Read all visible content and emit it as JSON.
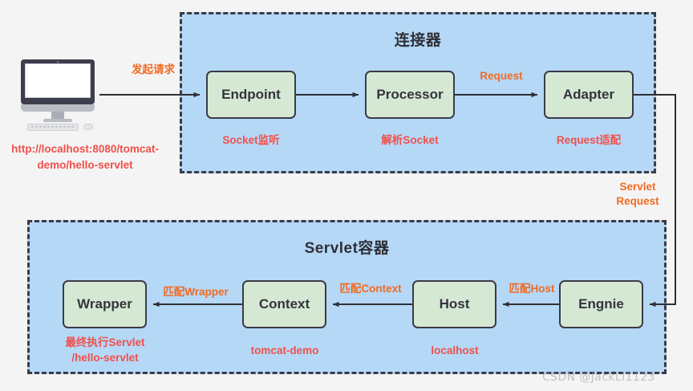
{
  "diagram": {
    "title": "Tomcat request processing flow",
    "background_color": "#f4f4f4",
    "zone_fill": "#b5d8f7",
    "node_fill": "#d5e8d4",
    "node_border": "#3b3b46",
    "label_orange": "#f26a21",
    "caption_red": "#f0504a"
  },
  "client": {
    "device_label": "desktop-computer",
    "url": "http://localhost:8080/tomcat-demo/hello-servlet"
  },
  "zones": [
    {
      "id": "connector",
      "title": "连接器"
    },
    {
      "id": "servlet",
      "title": "Servlet容器"
    }
  ],
  "connector_nodes": [
    {
      "id": "endpoint",
      "label": "Endpoint",
      "caption": "Socket监听"
    },
    {
      "id": "processor",
      "label": "Processor",
      "caption": "解析Socket"
    },
    {
      "id": "adapter",
      "label": "Adapter",
      "caption": "Request适配"
    }
  ],
  "servlet_nodes": [
    {
      "id": "wrapper",
      "label": "Wrapper",
      "caption": "最终执行Servlet\n/hello-servlet"
    },
    {
      "id": "context",
      "label": "Context",
      "caption": "tomcat-demo"
    },
    {
      "id": "host",
      "label": "Host",
      "caption": "localhost"
    },
    {
      "id": "engnie",
      "label": "Engnie",
      "caption": ""
    }
  ],
  "edge_labels": {
    "client_to_endpoint": "发起请求",
    "processor_to_adapter": "Request",
    "adapter_to_engnie": "Servlet\nRequest",
    "context_to_wrapper": "匹配Wrapper",
    "host_to_context": "匹配Context",
    "engnie_to_host": "匹配Host"
  },
  "watermark": "CSDN @JackLI1123"
}
